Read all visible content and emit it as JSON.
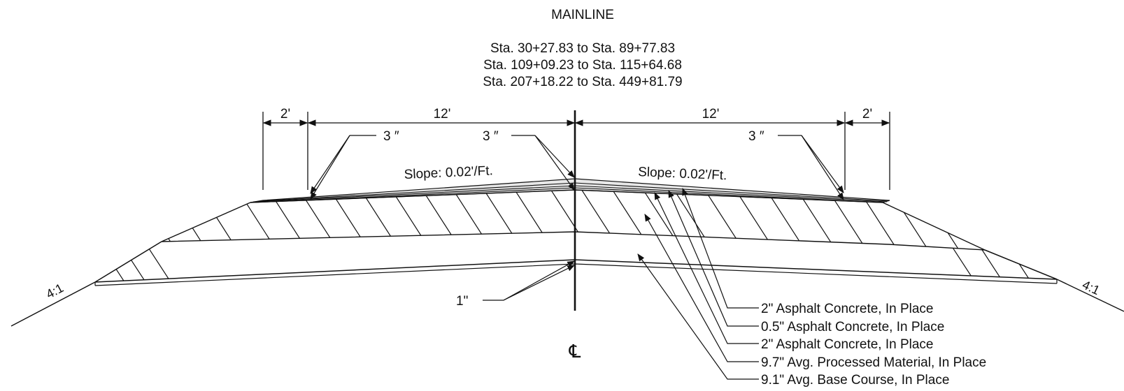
{
  "title": "MAINLINE",
  "stations": [
    "Sta. 30+27.83 to Sta. 89+77.83",
    "Sta. 109+09.23 to Sta. 115+64.68",
    "Sta. 207+18.22 to Sta. 449+81.79"
  ],
  "dimensions": {
    "left_shoulder": "2'",
    "left_lane": "12'",
    "right_lane": "12'",
    "right_shoulder": "2'"
  },
  "callouts": {
    "left_overlay": "3 ″",
    "center_overlay": "3 ″",
    "right_overlay": "3 ″",
    "base_offset": "1\""
  },
  "slopes": {
    "left": "Slope: 0.02'/Ft.",
    "right": "Slope: 0.02'/Ft."
  },
  "side_slopes": {
    "left": "4:1",
    "right": "4:1"
  },
  "centerline_symbol": "℄",
  "layers": [
    "2\" Asphalt Concrete, In Place",
    "0.5\" Asphalt Concrete, In Place",
    "2\" Asphalt Concrete, In Place",
    "9.7\" Avg. Processed Material, In Place",
    "9.1\" Avg. Base Course, In Place"
  ]
}
